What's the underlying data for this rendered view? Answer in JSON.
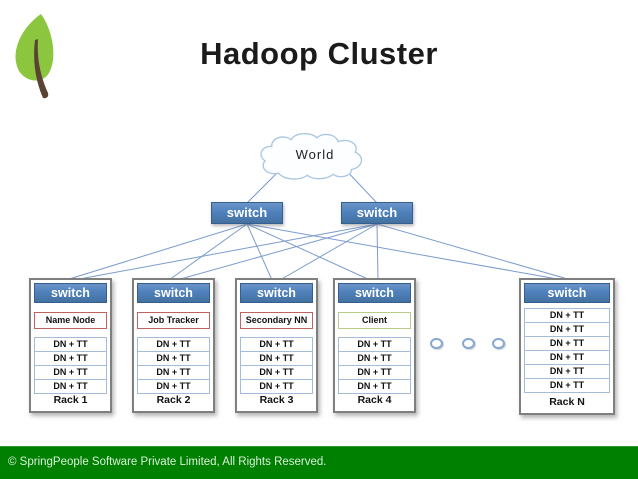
{
  "title": "Hadoop Cluster",
  "logo": {
    "icon": "leaf-logo",
    "leaf_color": "#8cc63e",
    "stem_color": "#5b4334"
  },
  "cloud": {
    "label": "World"
  },
  "core_switches": [
    {
      "label": "switch"
    },
    {
      "label": "switch"
    }
  ],
  "racks": [
    {
      "switch_label": "switch",
      "role": "Name Node",
      "role_accent": "#c0625d",
      "nodes": [
        "DN + TT",
        "DN + TT",
        "DN + TT",
        "DN + TT"
      ],
      "label": "Rack 1"
    },
    {
      "switch_label": "switch",
      "role": "Job Tracker",
      "role_accent": "#c0625d",
      "nodes": [
        "DN + TT",
        "DN + TT",
        "DN + TT",
        "DN + TT"
      ],
      "label": "Rack 2"
    },
    {
      "switch_label": "switch",
      "role": "Secondary NN",
      "role_accent": "#c0625d",
      "nodes": [
        "DN + TT",
        "DN + TT",
        "DN + TT",
        "DN + TT"
      ],
      "label": "Rack 3"
    },
    {
      "switch_label": "switch",
      "role": "Client",
      "role_accent": "#b9cc86",
      "nodes": [
        "DN + TT",
        "DN + TT",
        "DN + TT",
        "DN + TT"
      ],
      "label": "Rack 4"
    },
    {
      "switch_label": "switch",
      "nodes": [
        "DN + TT",
        "DN + TT",
        "DN + TT",
        "DN + TT",
        "DN + TT",
        "DN + TT"
      ],
      "label": "Rack N"
    }
  ],
  "ellipsis_dots": 3,
  "footer": {
    "text": "© SpringPeople Software Private Limited, All Rights Reserved.",
    "background": "#008000"
  },
  "colors": {
    "switch_fill": "#4f81bd",
    "switch_border": "#365f91",
    "connector": "#7b9cce",
    "node_border": "#a3bcd9",
    "rack_border": "#7f7f7f"
  }
}
